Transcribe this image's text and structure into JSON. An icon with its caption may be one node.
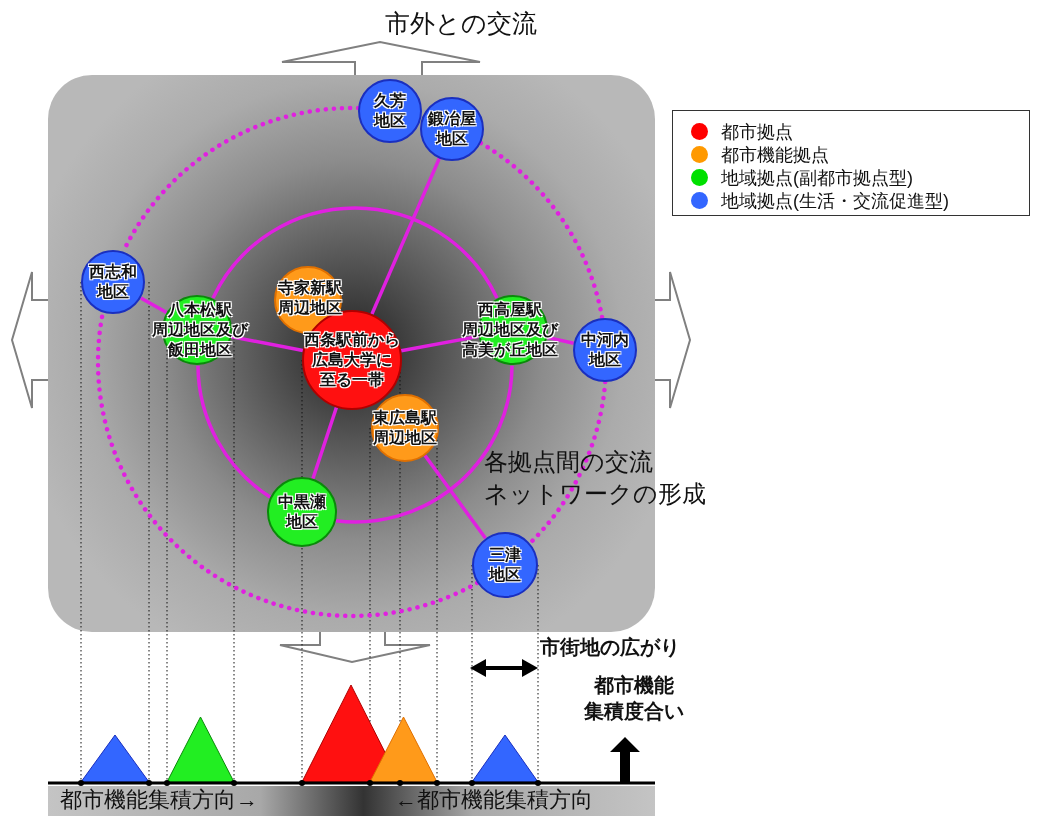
{
  "diagram": {
    "nodes": [
      {
        "text": [
          "久芳地区"
        ]
      },
      {
        "text": [
          "鍛冶屋地区"
        ]
      },
      {
        "text": [
          "西志和地区"
        ]
      },
      {
        "text": [
          "寺家新駅周辺地区"
        ]
      },
      {
        "text": [
          "八本松駅周辺地区及び飯田地区"
        ]
      },
      {
        "text": [
          "西高屋駅周辺地区及び高美が丘地区"
        ]
      },
      {
        "text": [
          "中河内地区"
        ]
      },
      {
        "text": [
          "西条駅前から広島大学に至る一帯"
        ]
      },
      {
        "text": [
          "東広島駅周辺地区"
        ]
      },
      {
        "text": [
          "中黒瀬地区"
        ]
      },
      {
        "text": [
          "三津地区"
        ]
      }
    ],
    "edges": [
      {
        "from": 7,
        "to": 1,
        "arrow": "none"
      },
      {
        "from": 7,
        "to": 4,
        "arrow": "none"
      },
      {
        "from": 7,
        "to": 5,
        "arrow": "none"
      },
      {
        "from": 7,
        "to": 9,
        "arrow": "none"
      },
      {
        "from": 8,
        "to": 10,
        "arrow": "none"
      },
      {
        "from": 2,
        "to": 4,
        "arrow": "none"
      },
      {
        "from": 5,
        "to": 6,
        "arrow": "none"
      },
      {
        "from": 4,
        "to": 5,
        "arrow": "none"
      },
      {
        "from": 5,
        "to": 9,
        "arrow": "none"
      },
      {
        "from": 9,
        "to": 4,
        "arrow": "none"
      },
      {
        "from": 0,
        "to": 2,
        "arrow": "none",
        "style": "dashed"
      },
      {
        "from": 1,
        "to": 6,
        "arrow": "none",
        "style": "dashed"
      },
      {
        "from": 6,
        "to": 10,
        "arrow": "none",
        "style": "dashed"
      },
      {
        "from": 10,
        "to": 2,
        "arrow": "none",
        "style": "dashed"
      }
    ],
    "labels": [
      "市外との交流",
      "各拠点間の交流ネットワークの形成",
      "市街地の広がり",
      "都市機能集積度合い",
      "都市機能集積方向→",
      "←都市機能集積方向"
    ],
    "legend": [
      {
        "text": "都市拠点",
        "color": "#ff0000"
      },
      {
        "text": "都市機能拠点",
        "color": "#ff9900"
      },
      {
        "text": "地域拠点(副都市拠点型)",
        "color": "#00e000"
      },
      {
        "text": "地域拠点(生活・交流促進型)",
        "color": "#3366ff"
      }
    ]
  }
}
